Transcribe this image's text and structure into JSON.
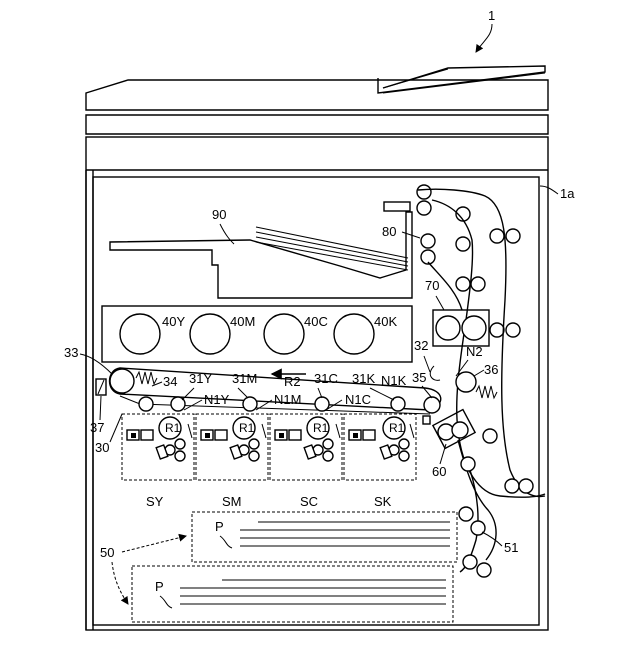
{
  "figure_labels": {
    "device": "1",
    "housing": "1a",
    "output_tray": "90",
    "fixing_unit": "80",
    "secondary_unit": "70",
    "toner_y": "40Y",
    "toner_m": "40M",
    "toner_c": "40C",
    "toner_k": "40K",
    "drive_roller": "33",
    "tension_roller": "34",
    "sensor_37": "37",
    "belt_30": "30",
    "roller_32": "32",
    "nip_2": "N2",
    "roller_36": "36",
    "roller_35": "35",
    "primary_31y": "31Y",
    "primary_31m": "31M",
    "primary_31c": "31C",
    "primary_31k": "31K",
    "direction_r2": "R2",
    "nip_n1y": "N1Y",
    "nip_n1m": "N1M",
    "nip_n1c": "N1C",
    "nip_n1k": "N1K",
    "rotation_r1": "R1",
    "station_y": "SY",
    "station_m": "SM",
    "station_c": "SC",
    "station_k": "SK",
    "cleaning_60": "60",
    "feed_51": "51",
    "cassette_50": "50",
    "sheet_p_upper": "P",
    "sheet_p_lower": "P"
  }
}
